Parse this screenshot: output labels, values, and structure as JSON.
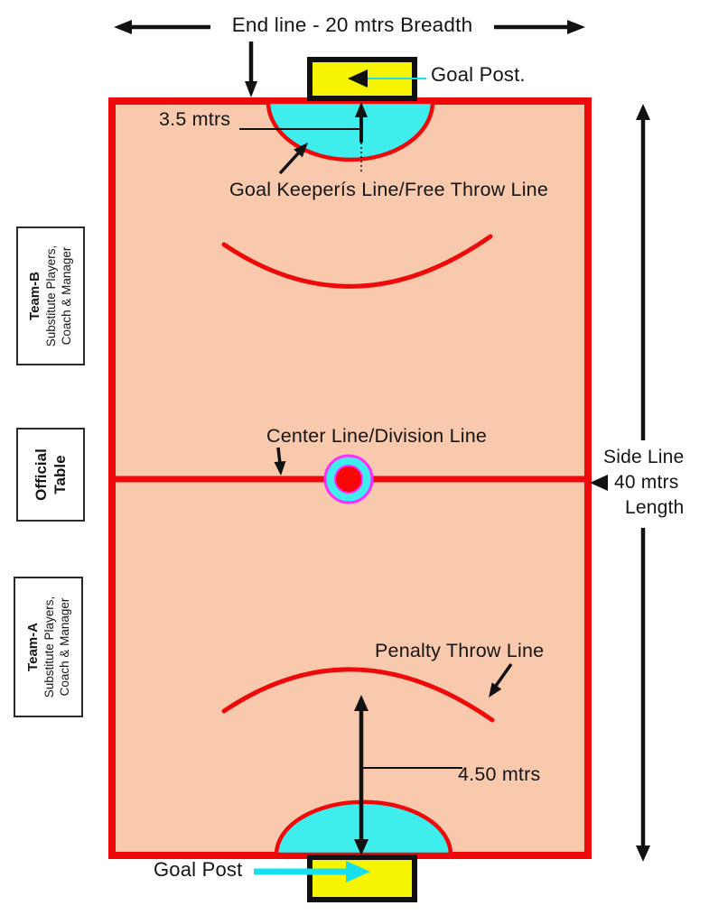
{
  "colors": {
    "court_fill": "#F8C9AC",
    "line_red": "#EE0A0A",
    "goal_area_cyan": "#3FEDED",
    "goal_post_yellow": "#F7F400",
    "circle_magenta": "#FF2BFF",
    "arrow_black": "#111111",
    "arrow_cyan": "#16E0F0"
  },
  "top": {
    "end_line_label": "End line - 20 mtrs  Breadth",
    "goal_post_label": "Goal Post."
  },
  "goal_keeper": {
    "distance_label": "3.5 mtrs",
    "line_label": "Goal Keeperís Line/Free Throw Line"
  },
  "center": {
    "label": "Center Line/Division Line"
  },
  "side_line": {
    "line1": "Side Line",
    "line2": "40 mtrs",
    "line3": "Length"
  },
  "penalty": {
    "label": "Penalty Throw Line",
    "distance_label": "4.50 mtrs"
  },
  "bottom": {
    "goal_post_label": "Goal Post"
  },
  "team_b_box": {
    "title": "Team-B",
    "line1": "Substitute Players,",
    "line2": "Coach & Manager"
  },
  "official_table_box": {
    "line1": "Official",
    "line2": "Table"
  },
  "team_a_box": {
    "title": "Team-A",
    "line1": "Substitute Players,",
    "line2": "Coach & Manager"
  }
}
